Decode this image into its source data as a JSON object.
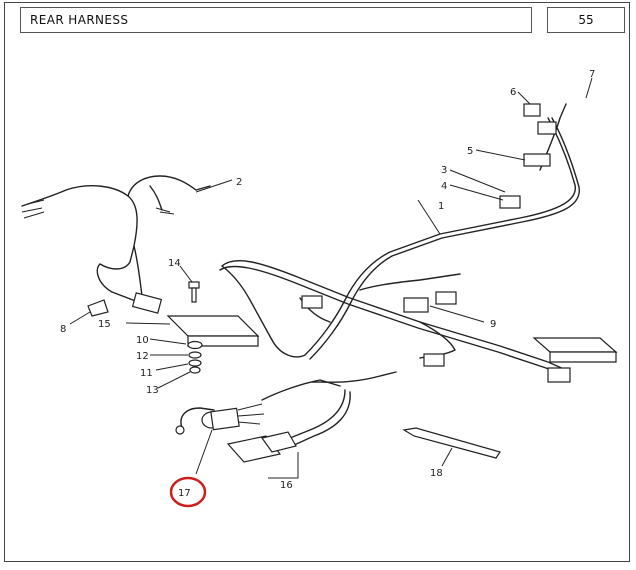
{
  "header": {
    "title": "REAR HARNESS",
    "page_number": "55"
  },
  "callouts": [
    "1",
    "2",
    "3",
    "4",
    "5",
    "6",
    "7",
    "8",
    "9",
    "10",
    "11",
    "12",
    "13",
    "14",
    "15",
    "16",
    "17",
    "18"
  ],
  "highlight": {
    "item": "17",
    "color": "#cc1f1f"
  }
}
